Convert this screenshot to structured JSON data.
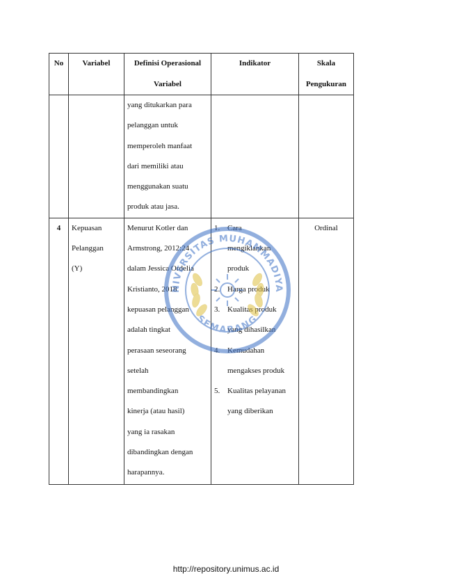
{
  "table": {
    "headers": {
      "no": "No",
      "variabel": "Variabel",
      "definisi_line1": "Definisi Operasional",
      "definisi_line2": "Variabel",
      "indikator": "Indikator",
      "skala_line1": "Skala",
      "skala_line2": "Pengukuran"
    },
    "continuation_row": {
      "definisi_lines": [
        "yang ditukarkan para",
        "pelanggan untuk",
        "memperoleh manfaat",
        "dari memiliki atau",
        "menggunakan  suatu",
        "produk atau jasa."
      ]
    },
    "row4": {
      "no": "4",
      "variabel_lines": [
        "Kepuasan",
        "Pelanggan",
        "(Y)"
      ],
      "definisi_lines": [
        "Menurut Kotler dan",
        "Armstrong, 2012:24",
        "dalam Jessica Ordelia",
        "Kristianto, 2018",
        "kepuasan pelanggan",
        "adalah tingkat",
        "perasaan seseorang",
        "setelah",
        "membandingkan",
        "kinerja (atau hasil)",
        "yang ia rasakan",
        "dibandingkan dengan",
        "harapannya."
      ],
      "indikator": [
        {
          "num": "1.",
          "lines": [
            "Cara",
            "mengiklankan",
            "produk"
          ]
        },
        {
          "num": "2.",
          "lines": [
            "Harga produk"
          ]
        },
        {
          "num": "3.",
          "lines": [
            "Kualitas produk",
            "yang dihasilkan"
          ]
        },
        {
          "num": "4.",
          "lines": [
            "Kemudahan",
            "mengakses produk"
          ]
        },
        {
          "num": "5.",
          "lines": [
            "Kualitas pelayanan",
            "yang diberikan"
          ]
        }
      ],
      "skala": "Ordinal"
    }
  },
  "watermark": {
    "text_top": "UNIVERSITAS MUHAMMADIYAH",
    "text_bottom": "SEMARANG",
    "color": "#3a6fc4"
  },
  "footer": {
    "url": "http://repository.unimus.ac.id"
  }
}
